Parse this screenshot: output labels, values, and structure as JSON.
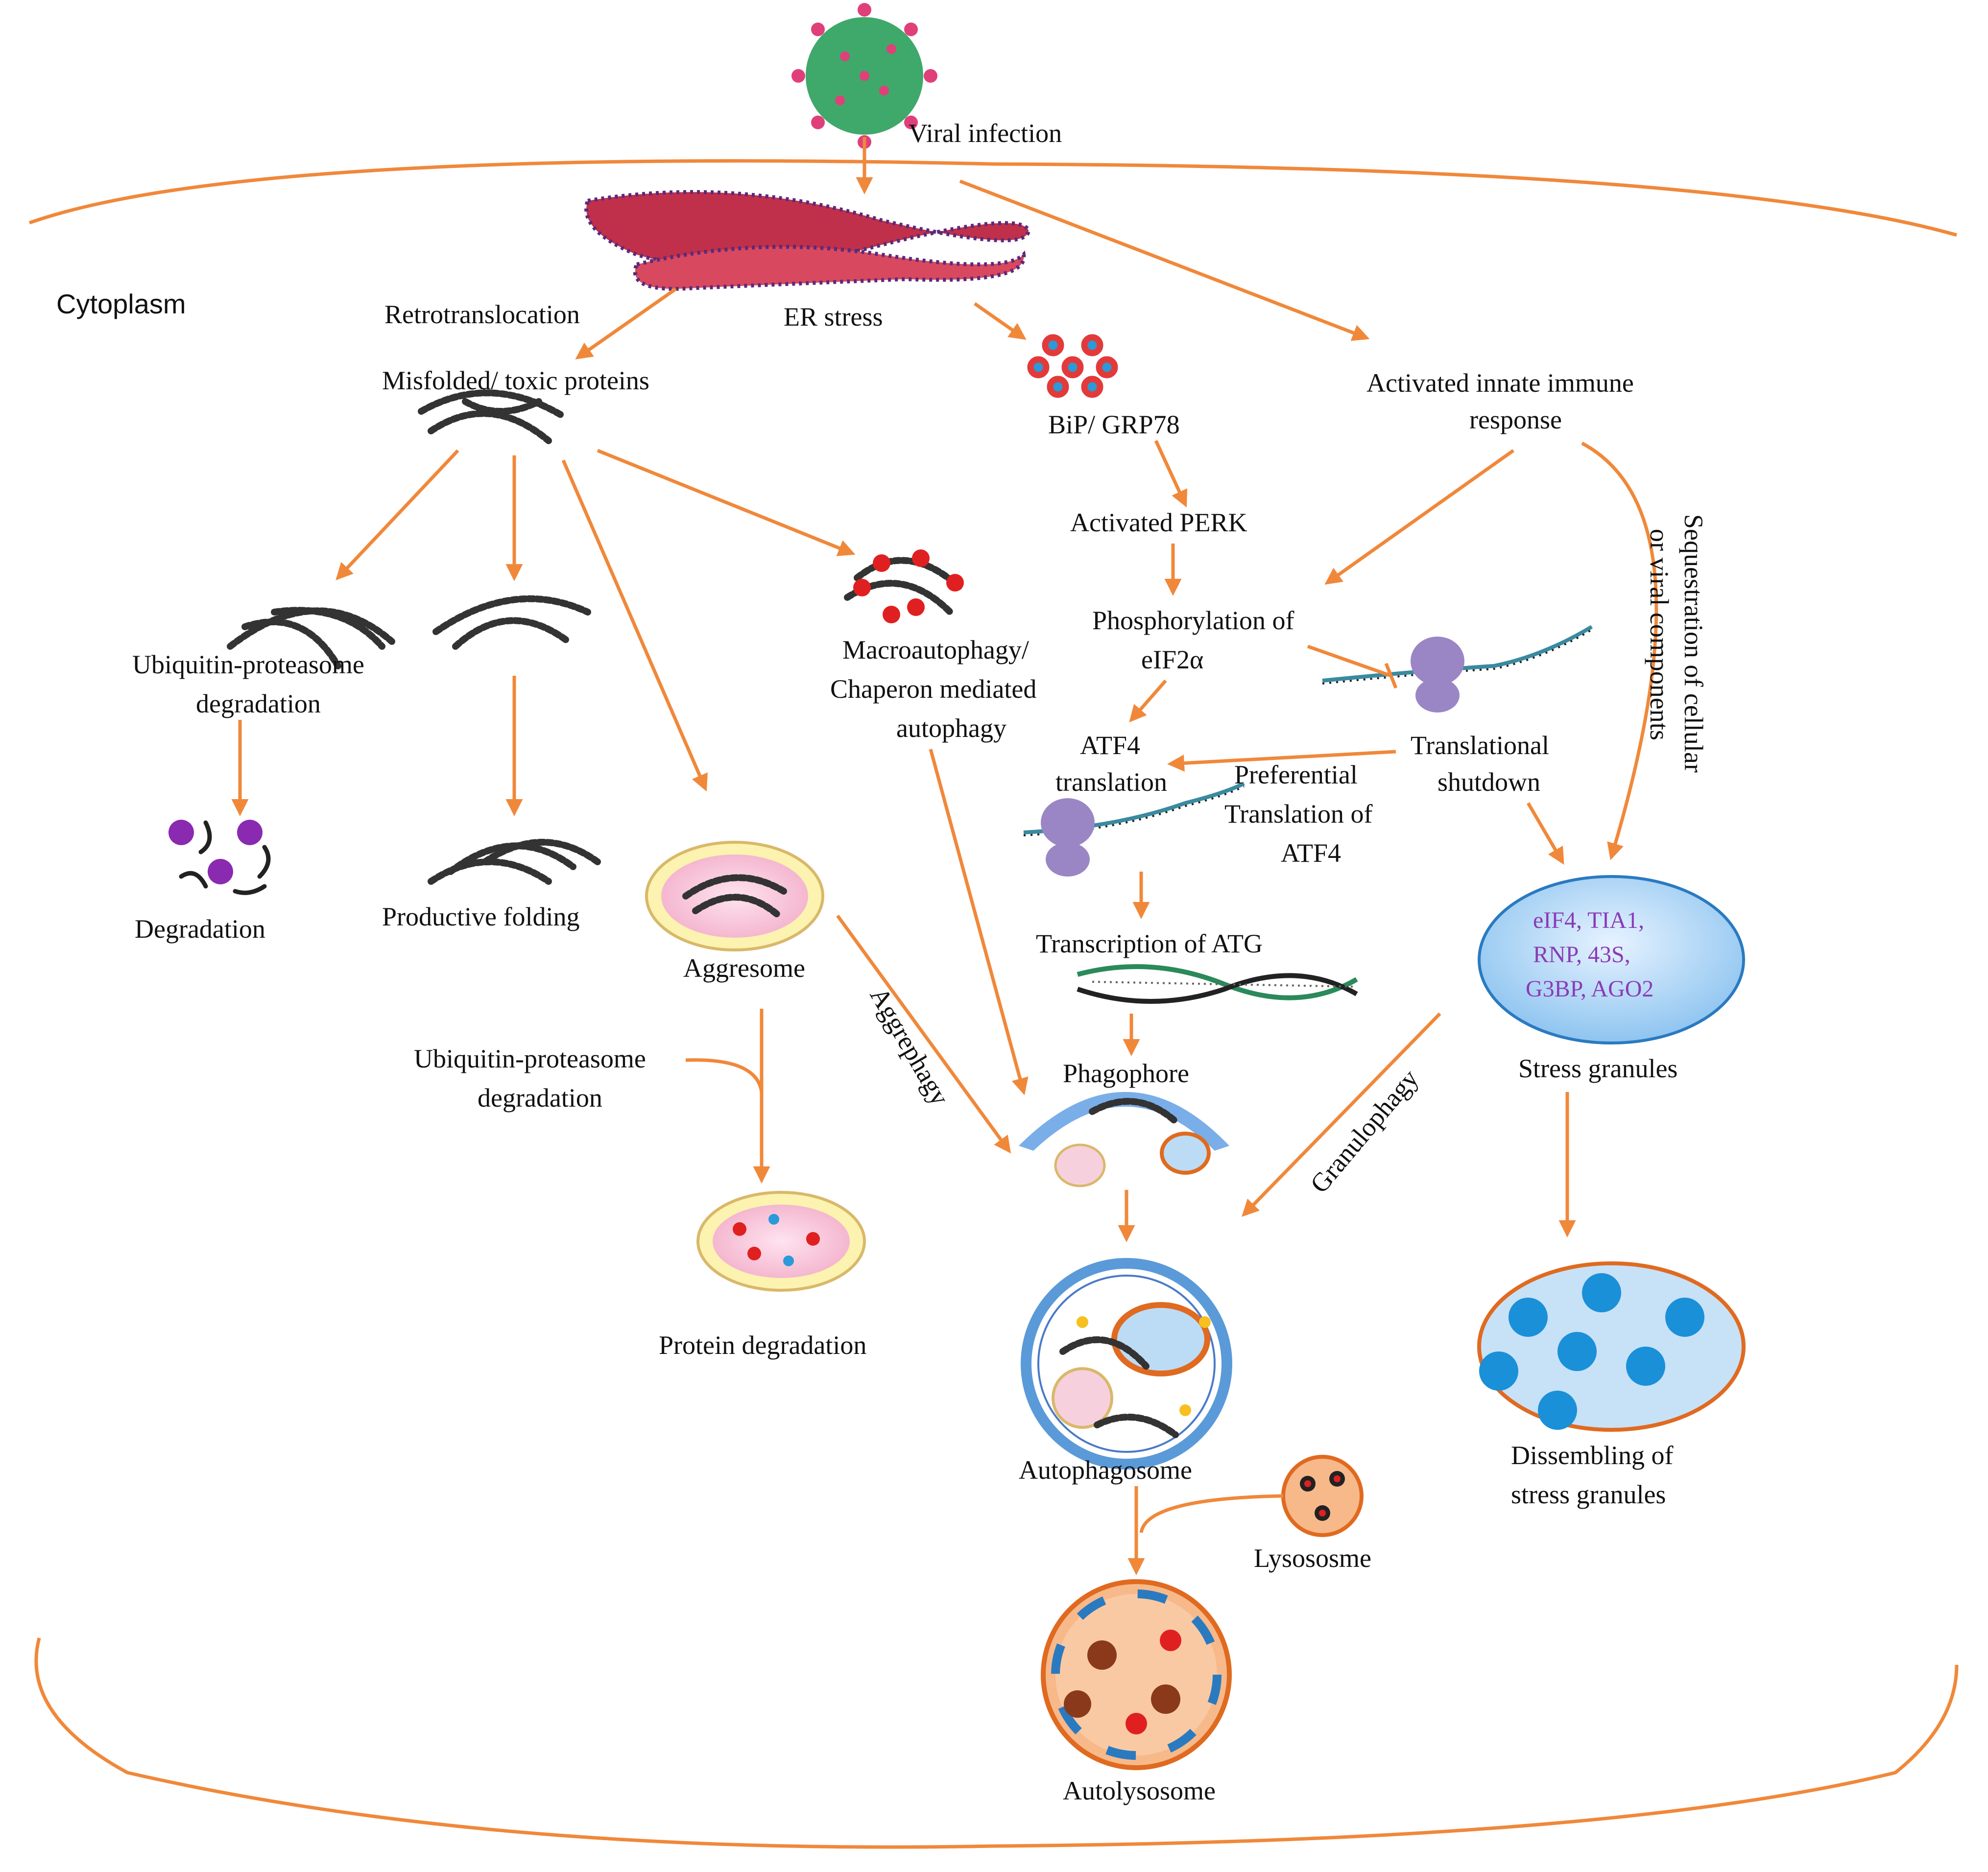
{
  "colors": {
    "arrow": "#f0883a",
    "membrane": "#f0883a",
    "virus_body": "#3fa86b",
    "virus_spikes": "#e0407a",
    "er": "#c0304a",
    "granule": "#2a9ad8",
    "granule_text": "#8a3bb8",
    "lysosome": "#f7b98a",
    "receptor": "#e02020"
  },
  "labels": {
    "viral_infection": "Viral infection",
    "cytoplasm": "Cytoplasm",
    "retrotranslocation": "Retrotranslocation",
    "er_stress": "ER stress",
    "misfolded": "Misfolded/ toxic proteins",
    "bip": "BiP/ GRP78",
    "innate_1": "Activated innate immune",
    "innate_2": "response",
    "perk": "Activated PERK",
    "phos_1": "Phosphorylation of",
    "phos_2": "eIF2α",
    "sequestration_1": "Sequestration of cellular",
    "sequestration_2": "or viral components",
    "upd_1": "Ubiquitin-proteasome",
    "upd_2": "degradation",
    "macro_1": "Macroautophagy/",
    "macro_2": "Chaperon mediated",
    "macro_3": "autophagy",
    "atf4_1": "ATF4",
    "atf4_2": "translation",
    "pref_1": "Preferential",
    "pref_2": "Translation of",
    "pref_3": "ATF4",
    "shutdown_1": "Translational",
    "shutdown_2": "shutdown",
    "degradation": "Degradation",
    "productive_folding": "Productive folding",
    "aggresome": "Aggresome",
    "transcription_atg": "Transcription of ATG",
    "aggrephagy": "Aggrephagy",
    "upd2_1": "Ubiquitin-proteasome",
    "upd2_2": "degradation",
    "phagophore": "Phagophore",
    "granulophagy": "Granulophagy",
    "stress_granules": "Stress granules",
    "protein_degradation": "Protein degradation",
    "autophagosome": "Autophagosome",
    "lysosome": "Lysososme",
    "dissembling_1": "Dissembling of",
    "dissembling_2": "stress granules",
    "autolysosome": "Autolysosome"
  },
  "granule_components": {
    "line1": "eIF4, TIA1,",
    "line2": "RNP, 43S,",
    "line3": "G3BP, AGO2"
  },
  "icons": [
    "virus-icon",
    "er-icon",
    "misfolded-protein-icon",
    "bip-icon",
    "ribosome-mrna-icon",
    "dna-icon",
    "aggresome-icon",
    "phagophore-icon",
    "autophagosome-icon",
    "lysosome-icon",
    "autolysosome-icon",
    "stress-granule-icon"
  ]
}
